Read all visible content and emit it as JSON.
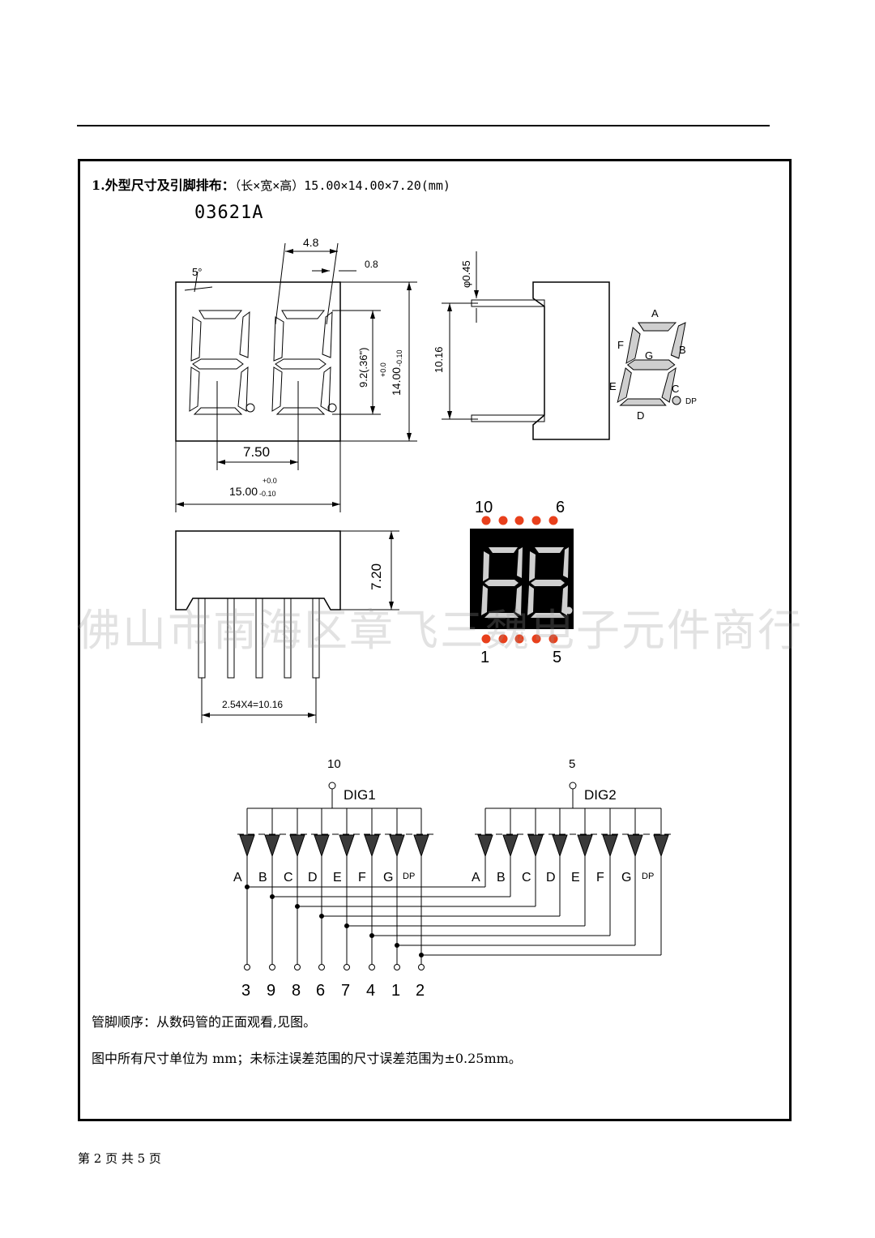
{
  "section": {
    "title": "1.外型尺寸及引脚排布：",
    "dims": "（长×宽×高）15.00×14.00×7.20(mm)",
    "model": "03621A"
  },
  "front_view": {
    "angle": "5°",
    "seg_width": "4.8",
    "seg_thickness": "0.8",
    "digit_height": "9.2(.36\")",
    "height": "14.00",
    "height_tol_plus": "+0.0",
    "height_tol_minus": "-0.10",
    "digit_pitch": "7.50",
    "width": "15.00",
    "width_tol_plus": "+0.0",
    "width_tol_minus": "-0.10"
  },
  "side_view": {
    "pin_dia": "φ0.45",
    "pin_span": "10.16"
  },
  "segment_diagram": {
    "A": "A",
    "B": "B",
    "C": "C",
    "D": "D",
    "E": "E",
    "F": "F",
    "G": "G",
    "DP": "DP"
  },
  "bottom_view": {
    "depth": "7.20",
    "pitch": "2.54X4=10.16"
  },
  "led_photo": {
    "pin_tl": "10",
    "pin_tr": "6",
    "pin_bl": "1",
    "pin_br": "5",
    "seg_color": "#cfcfcf",
    "pin_color": "#e8401c"
  },
  "schematic": {
    "dig1_pin": "10",
    "dig1_label": "DIG1",
    "dig2_pin": "5",
    "dig2_label": "DIG2",
    "segments": [
      "A",
      "B",
      "C",
      "D",
      "E",
      "F",
      "G",
      "DP"
    ],
    "pins": [
      "3",
      "9",
      "8",
      "6",
      "7",
      "4",
      "1",
      "2"
    ]
  },
  "notes": {
    "pin_order": "管脚顺序：从数码管的正面观看,见图。",
    "tolerance": "图中所有尺寸单位为 mm；未标注误差范围的尺寸误差范围为±0.25mm。"
  },
  "footer": {
    "page": "第 2 页 共 5 页"
  },
  "watermark": "佛山市南海区章飞三魏电子元件商行"
}
